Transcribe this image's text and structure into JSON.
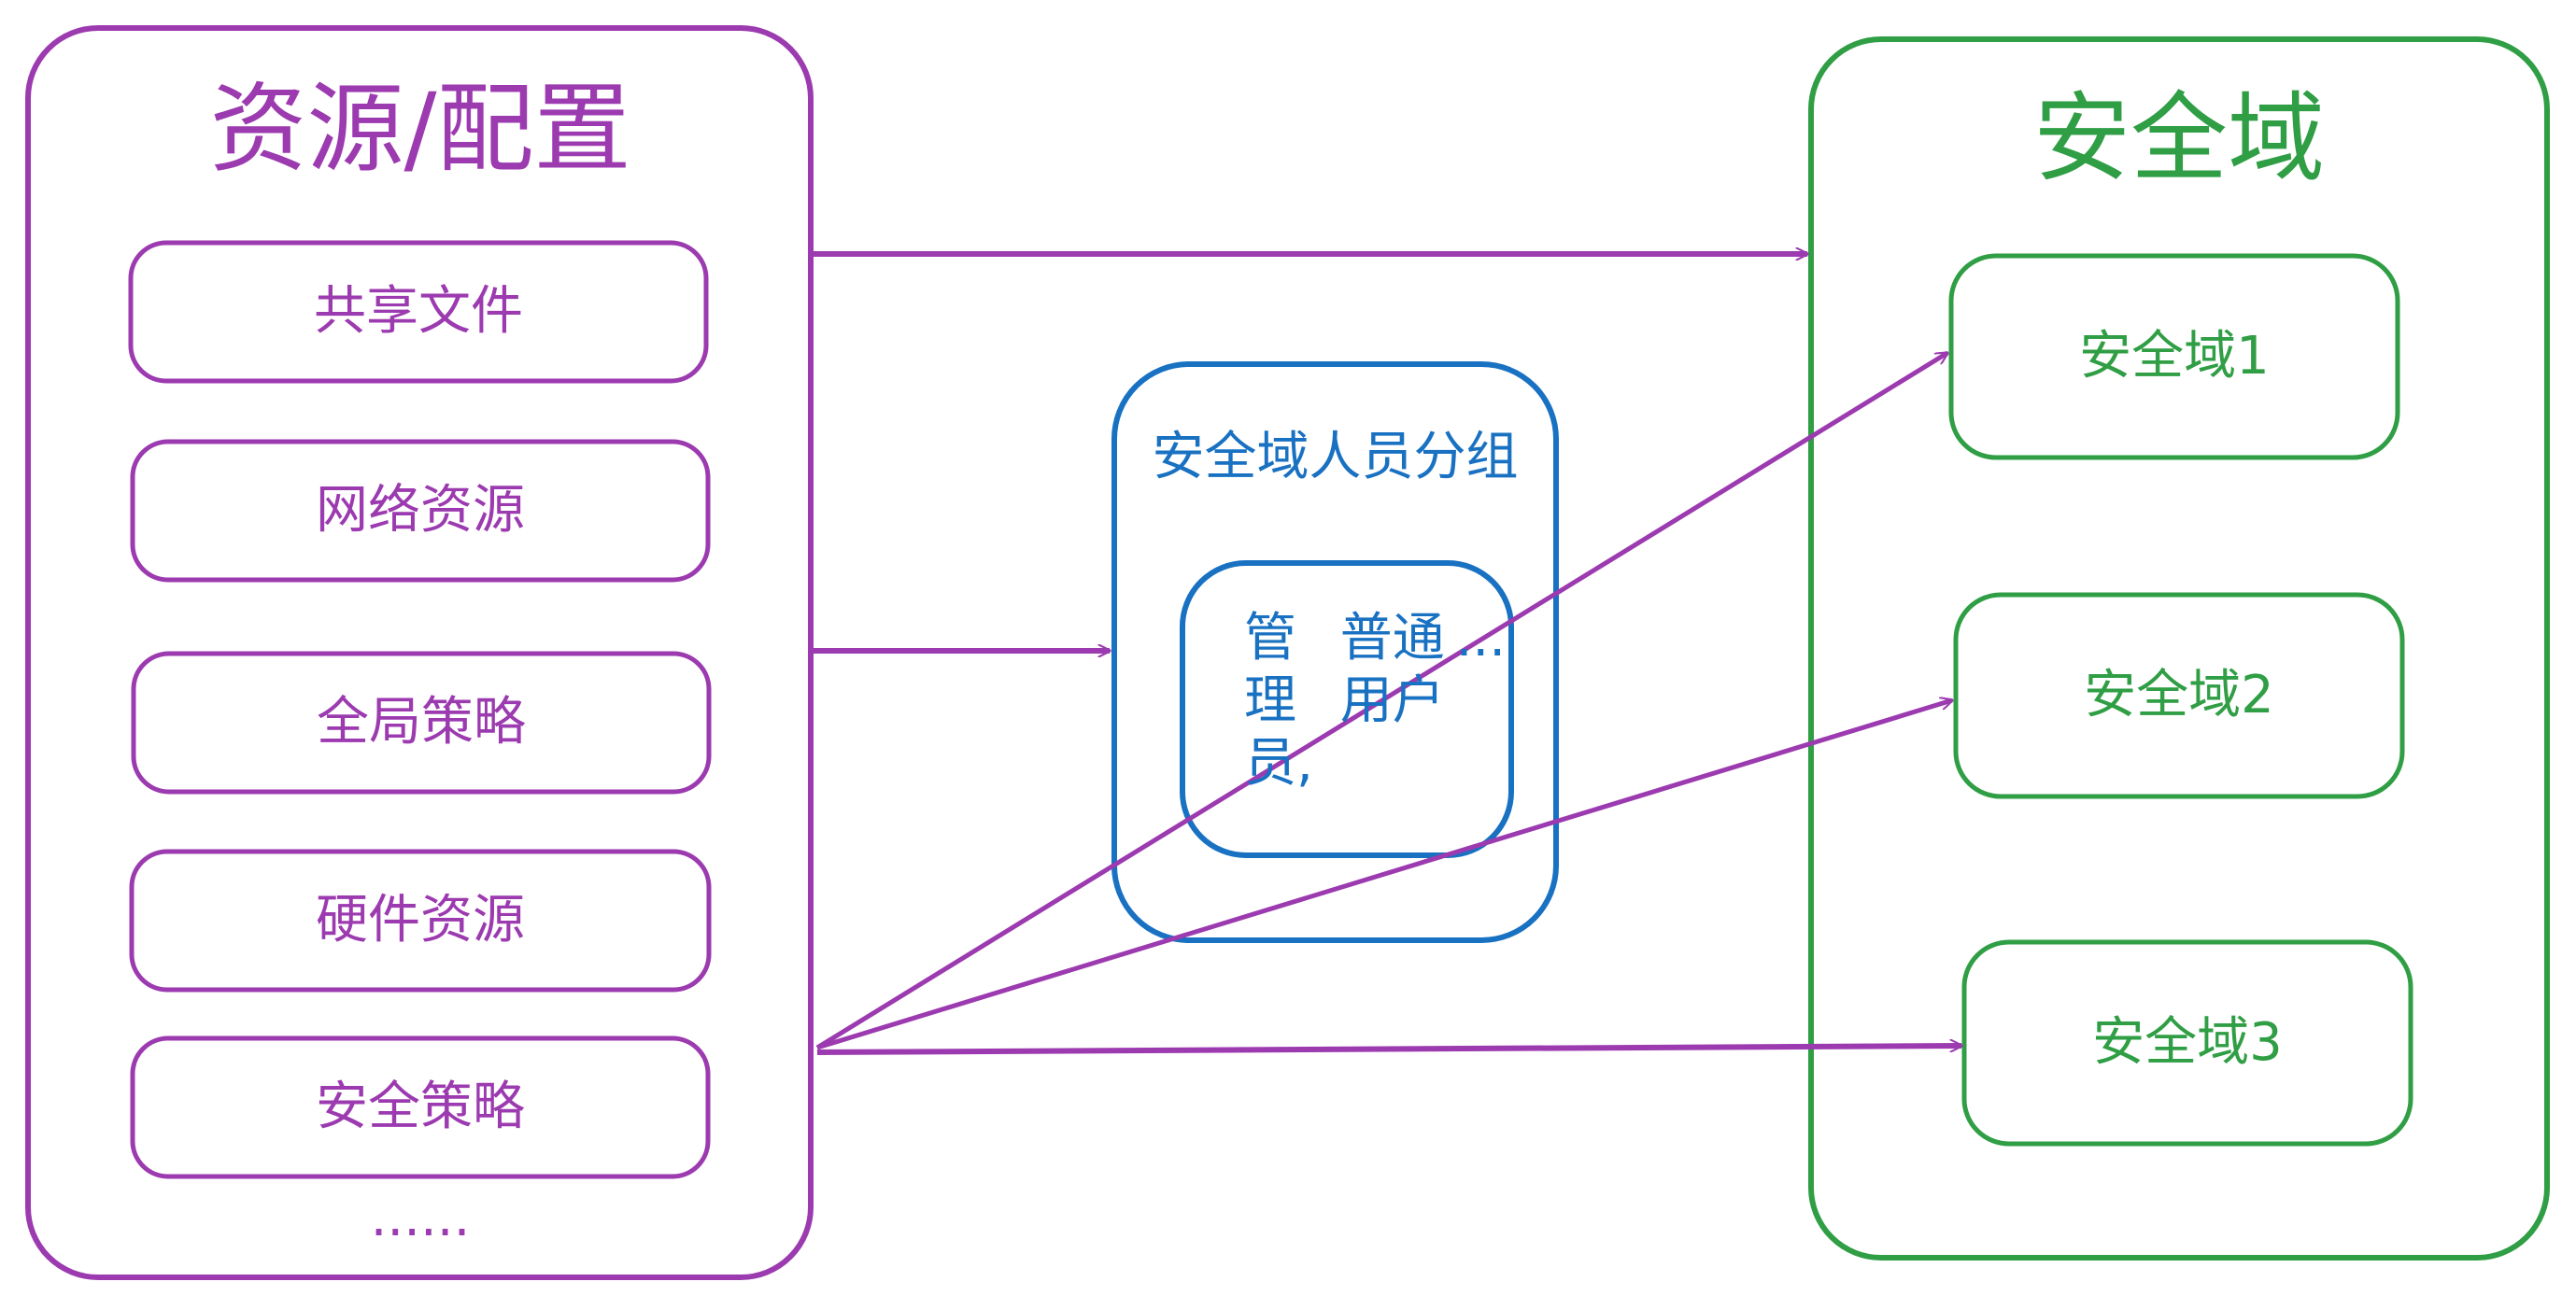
{
  "resources": {
    "title": "资源/配置",
    "items": [
      "共享文件",
      "网络资源",
      "全局策略",
      "硬件资源",
      "安全策略"
    ],
    "more": "......"
  },
  "group": {
    "title": "安全域人员分组",
    "members_line1": "管理员,",
    "members_line2": "普通用户",
    "members_more": "..."
  },
  "domains": {
    "title": "安全域",
    "items": [
      "安全域1",
      "安全域2",
      "安全域3"
    ]
  },
  "colors": {
    "resources": "#9c3ab0",
    "domains": "#2f9e44",
    "group": "#1971c2",
    "arrows": "#9c3ab0"
  }
}
